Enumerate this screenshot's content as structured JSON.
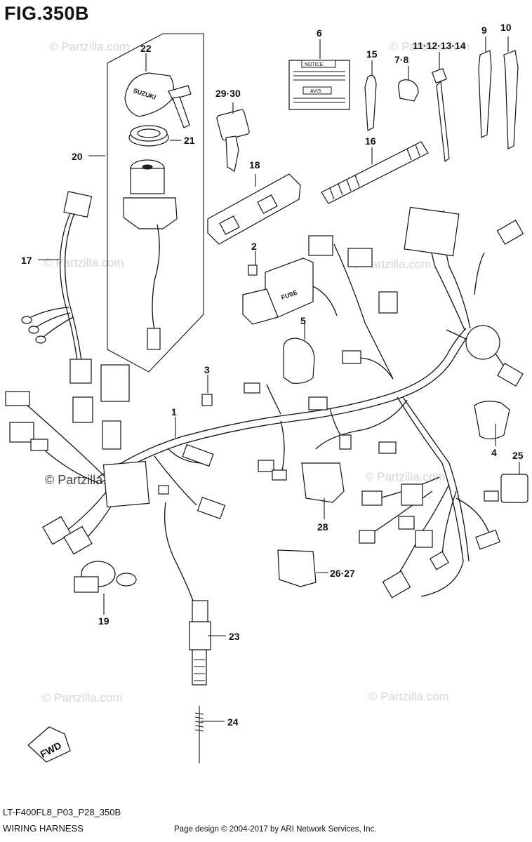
{
  "header": {
    "title": "FIG.350B"
  },
  "footer": {
    "model_code": "LT-F400FL8_P03_P28_350B",
    "diagram_name": "WIRING HARNESS",
    "copyright": "Page design © 2004-2017 by ARI Network Services, Inc."
  },
  "watermark": {
    "text": "© Partzilla.com",
    "color": "#d6d6d6"
  },
  "callouts": {
    "c1": "1",
    "c2": "2",
    "c3": "3",
    "c4": "4",
    "c5": "5",
    "c6": "6",
    "c7": "7·8",
    "c9": "9",
    "c10": "10",
    "c11": "11·12·13·14",
    "c15": "15",
    "c16": "16",
    "c17": "17",
    "c18": "18",
    "c19": "19",
    "c20": "20",
    "c21": "21",
    "c22": "22",
    "c23": "23",
    "c24": "24",
    "c25": "25",
    "c26": "26·27",
    "c28": "28",
    "c29": "29·30"
  },
  "part_text": {
    "notice": "NOTICE",
    "avis": "AVIS",
    "fuse": "FUSE",
    "suzuki": "SUZUKI",
    "fwd": "FWD"
  }
}
